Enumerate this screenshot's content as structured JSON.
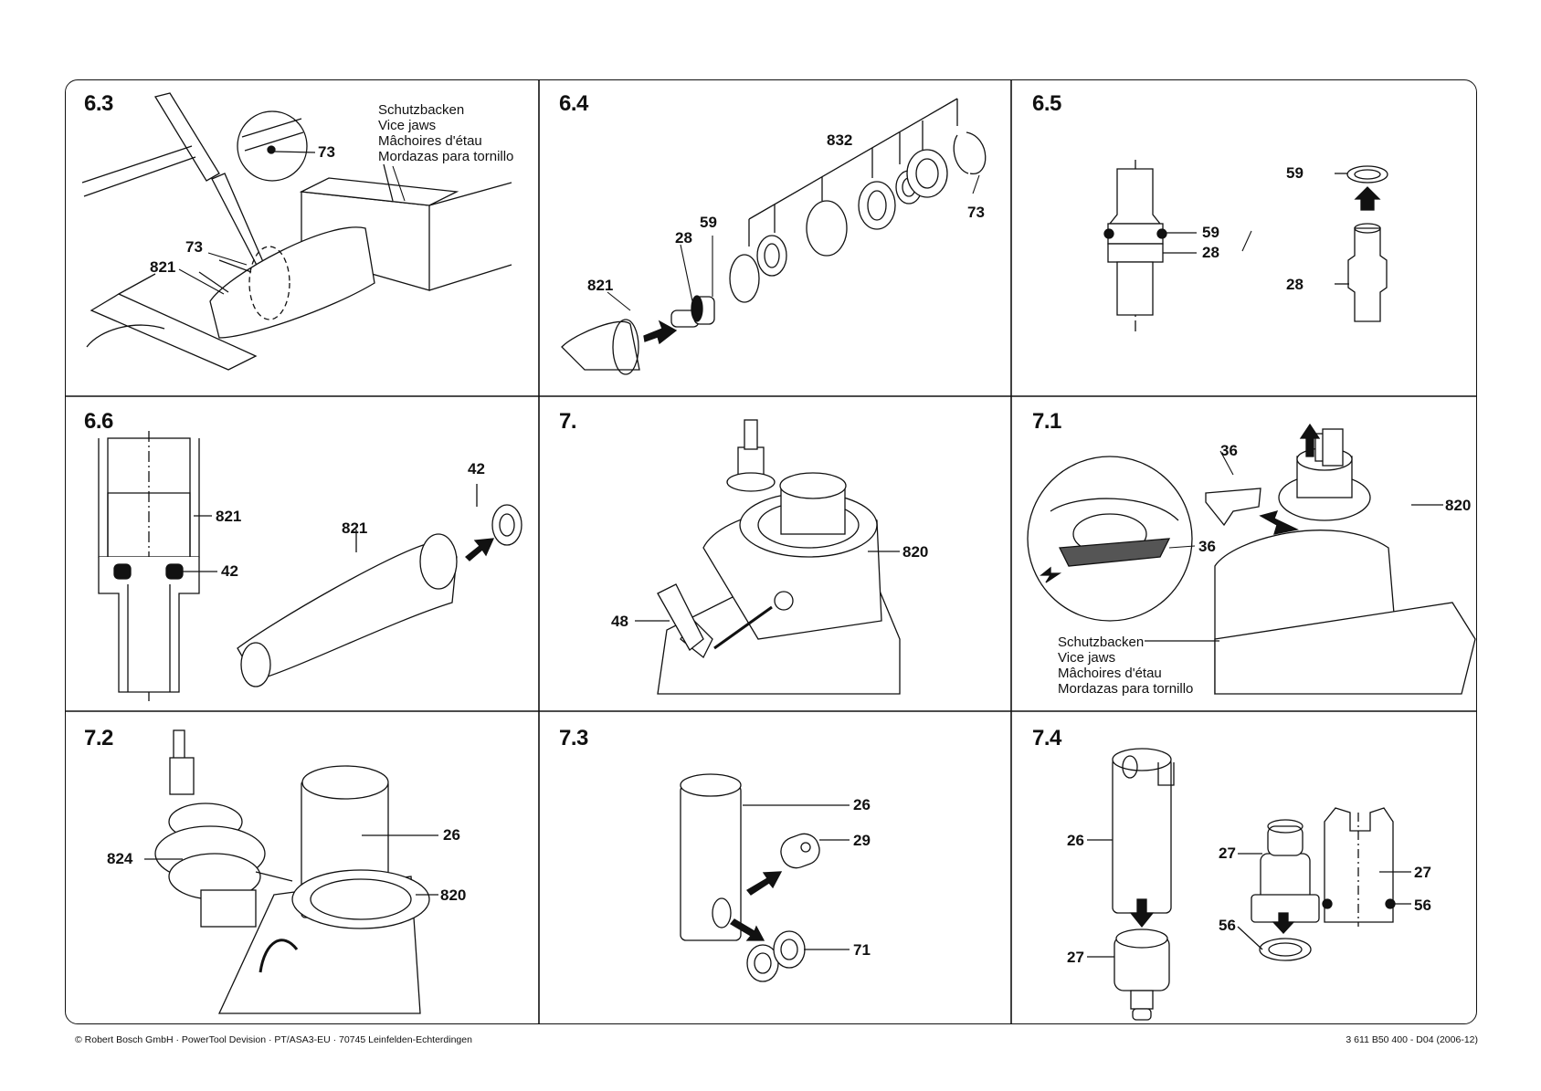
{
  "panels": [
    {
      "id": "6.3",
      "title": "6.3",
      "callouts": [
        "73",
        "73",
        "821"
      ],
      "vise_label": [
        "Schutzbacken",
        "Vice jaws",
        "Mâchoires d'étau",
        "Mordazas para tornillo"
      ]
    },
    {
      "id": "6.4",
      "title": "6.4",
      "callouts": [
        "832",
        "59",
        "28",
        "821",
        "73"
      ]
    },
    {
      "id": "6.5",
      "title": "6.5",
      "callouts": [
        "59",
        "28",
        "59",
        "28"
      ]
    },
    {
      "id": "6.6",
      "title": "6.6",
      "callouts": [
        "821",
        "42",
        "821",
        "42"
      ]
    },
    {
      "id": "7",
      "title": "7.",
      "callouts": [
        "820",
        "48"
      ]
    },
    {
      "id": "7.1",
      "title": "7.1",
      "callouts": [
        "36",
        "36",
        "820"
      ],
      "vise_label": [
        "Schutzbacken",
        "Vice jaws",
        "Mâchoires d'étau",
        "Mordazas para tornillo"
      ]
    },
    {
      "id": "7.2",
      "title": "7.2",
      "callouts": [
        "26",
        "824",
        "820"
      ]
    },
    {
      "id": "7.3",
      "title": "7.3",
      "callouts": [
        "26",
        "29",
        "71"
      ]
    },
    {
      "id": "7.4",
      "title": "7.4",
      "callouts": [
        "26",
        "27",
        "27",
        "56",
        "56",
        "27"
      ]
    }
  ],
  "footer": {
    "left": "© Robert Bosch GmbH · PowerTool Devision · PT/ASA3-EU · 70745 Leinfelden-Echterdingen",
    "right": "3 611 B50 400 - D04 (2006-12)"
  }
}
